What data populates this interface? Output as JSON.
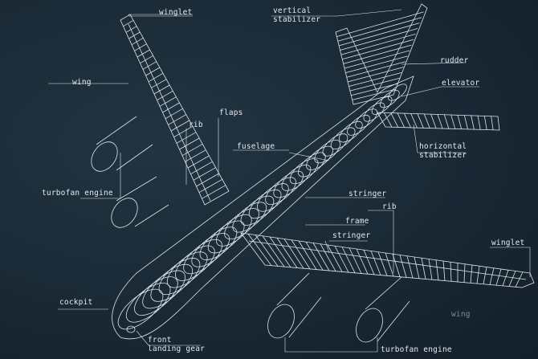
{
  "labels": {
    "winglet_top": "winglet",
    "vertical_stabilizer_1": "vertical",
    "vertical_stabilizer_2": "stabilizer",
    "rudder": "rudder",
    "elevator": "elevator",
    "wing_left": "wing",
    "flaps": "flaps",
    "rib_left": "rib",
    "fuselage": "fuselage",
    "horizontal_stabilizer_1": "horizontal",
    "horizontal_stabilizer_2": "stabilizer",
    "turbofan_engine_left": "turbofan engine",
    "stringer_upper": "stringer",
    "frame": "frame",
    "rib_right": "rib",
    "stringer_lower": "stringer",
    "winglet_right": "winglet",
    "cockpit": "cockpit",
    "wing_right": "wing",
    "front_landing_gear_1": "front",
    "front_landing_gear_2": "landing gear",
    "turbofan_engine_bottom": "turbofan engine"
  },
  "colors": {
    "background": "#1a2a36",
    "line": "#e4eaee"
  }
}
